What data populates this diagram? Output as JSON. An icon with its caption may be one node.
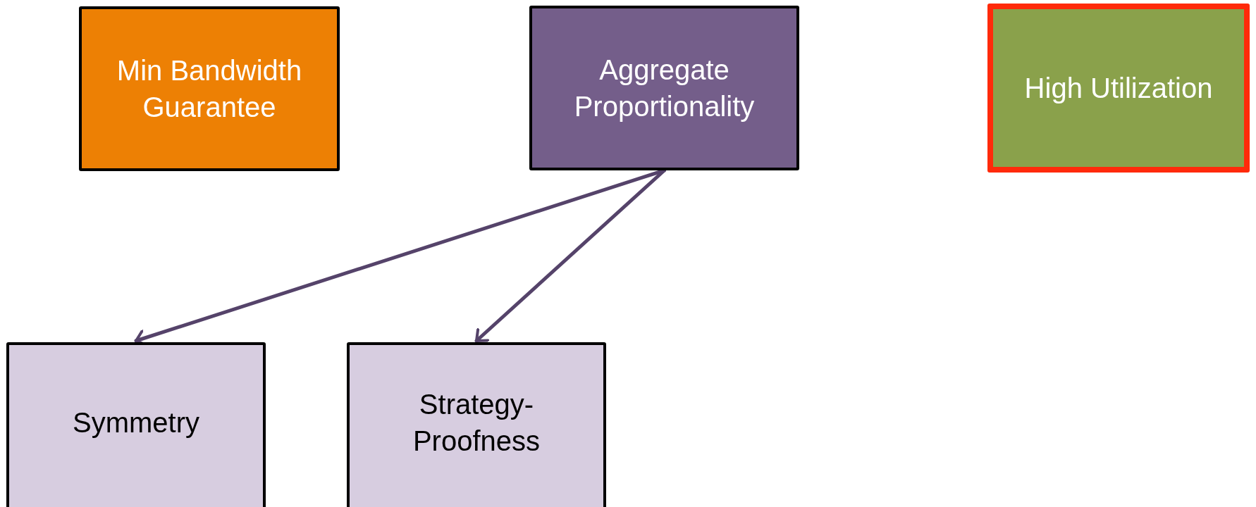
{
  "diagram": {
    "nodes": [
      {
        "text": [
          "Min Bandwidth Guarantee"
        ]
      },
      {
        "text": [
          "Aggregate Proportionality"
        ]
      },
      {
        "text": [
          "High Utilization"
        ]
      },
      {
        "text": [
          "Symmetry"
        ]
      },
      {
        "text": [
          "Strategy-Proofness"
        ]
      }
    ],
    "edges": [
      {
        "from": 1,
        "to": 3,
        "arrow": "to"
      },
      {
        "from": 1,
        "to": 4,
        "arrow": "to"
      }
    ]
  }
}
